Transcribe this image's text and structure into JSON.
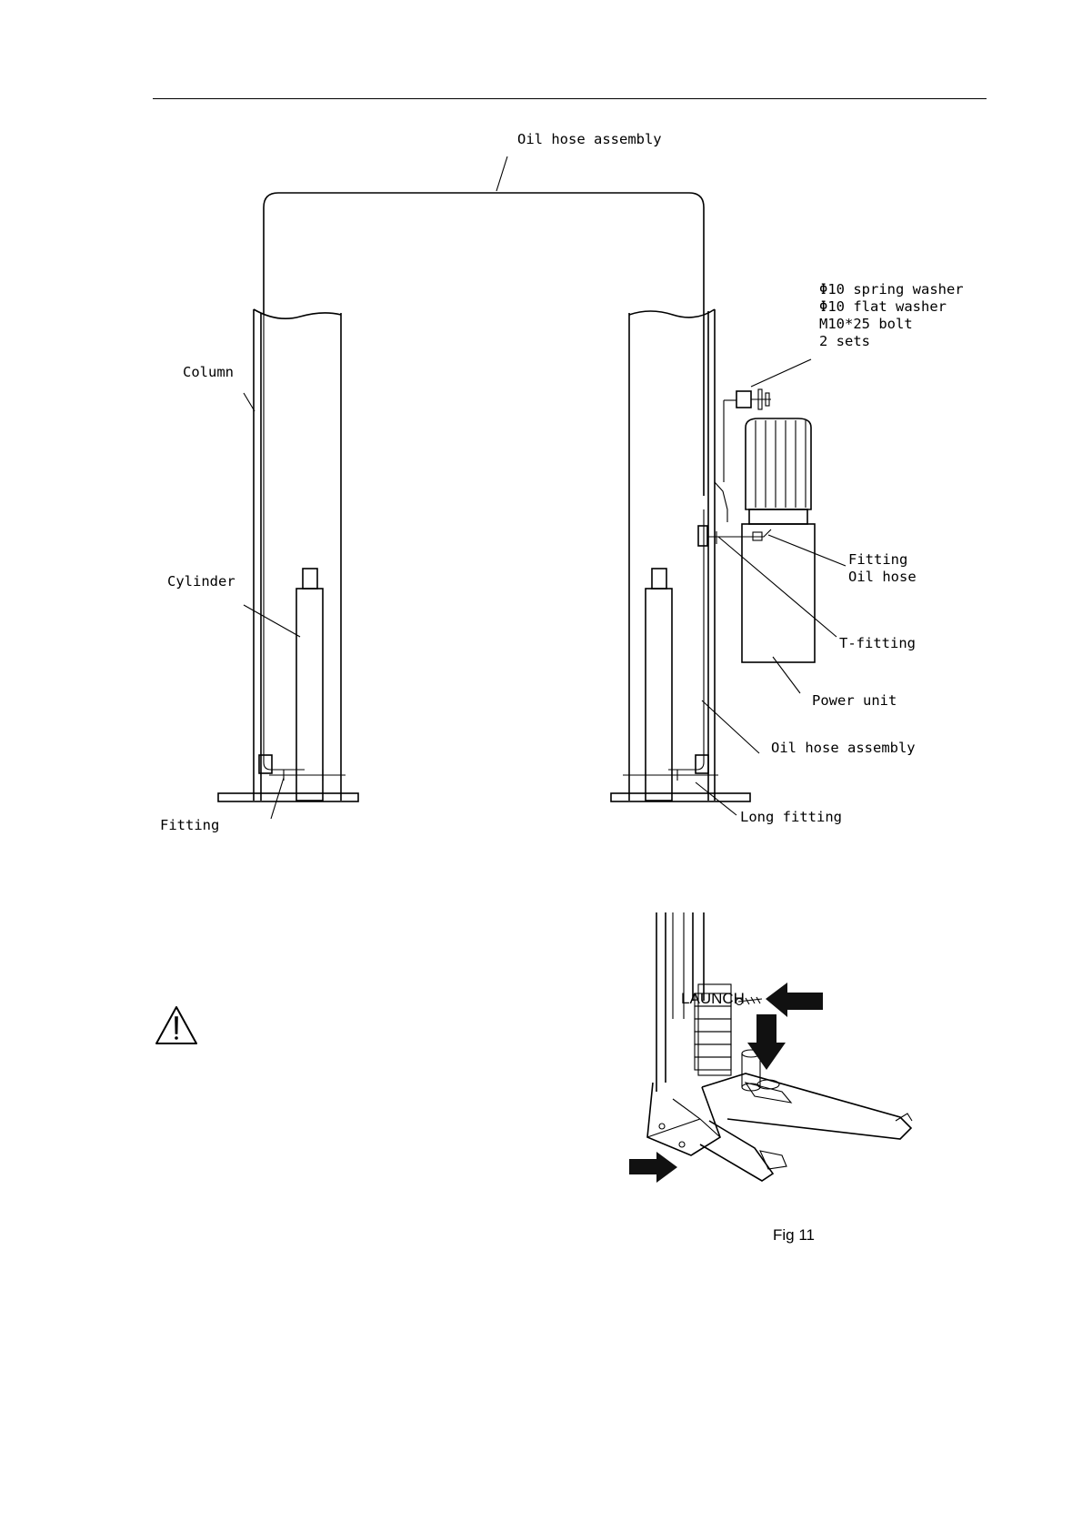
{
  "labels": {
    "oil_hose_top": "Oil hose assembly",
    "column": "Column",
    "cylinder": "Cylinder",
    "fitting_bottom_left": "Fitting",
    "washer_lines": [
      "Φ10 spring washer",
      "Φ10 flat washer",
      "M10*25 bolt",
      "2 sets"
    ],
    "fitting_right": "Fitting",
    "oil_hose_right": "Oil hose",
    "t_fitting": "T-fitting",
    "power_unit": "Power unit",
    "oil_hose_bottom": "Oil hose assembly",
    "long_fitting": "Long fitting"
  },
  "photo": {
    "brand": "LAUNCH",
    "caption": "Fig 11"
  },
  "colors": {
    "ink": "#000000",
    "arrow": "#111111",
    "paper": "#ffffff"
  },
  "icons": {
    "warning": "warning-triangle-icon"
  }
}
